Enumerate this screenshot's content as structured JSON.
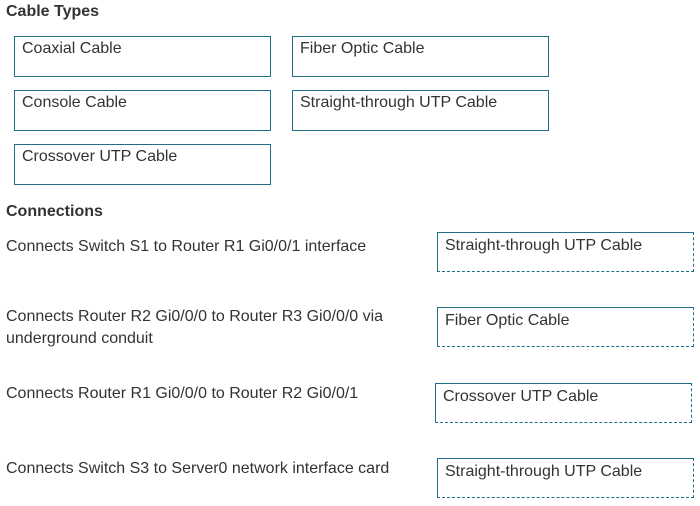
{
  "cable_types": {
    "heading": "Cable Types",
    "items": [
      "Coaxial Cable",
      "Fiber Optic Cable",
      "Console Cable",
      "Straight-through UTP Cable",
      "Crossover UTP Cable"
    ]
  },
  "connections": {
    "heading": "Connections",
    "rows": [
      {
        "label": "Connects Switch S1 to Router R1 Gi0/0/1 interface",
        "answer": "Straight-through UTP Cable"
      },
      {
        "label": "Connects Router R2 Gi0/0/0 to Router R3 Gi0/0/0 via underground conduit",
        "answer": "Fiber Optic Cable"
      },
      {
        "label": "Connects Router R1 Gi0/0/0 to Router R2 Gi0/0/1",
        "answer": "Crossover UTP Cable"
      },
      {
        "label": "Connects Switch S3 to Server0 network interface card",
        "answer": "Straight-through UTP Cable"
      }
    ]
  }
}
